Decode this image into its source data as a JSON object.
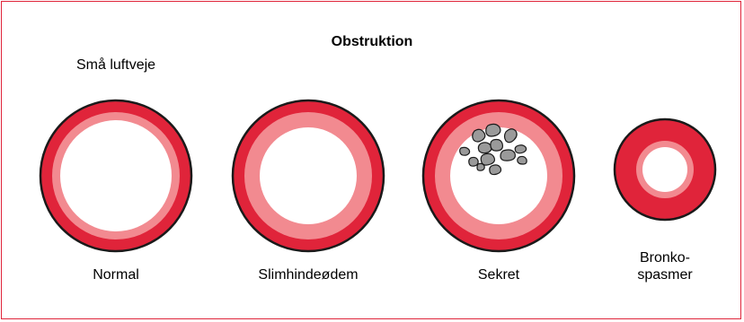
{
  "title": "Obstruktion",
  "subtitle": "Små luftveje",
  "colors": {
    "frame": "#e0243a",
    "wall_dark": "#e0243a",
    "wall_light": "#f28a90",
    "outline": "#1a1a1a",
    "secretion": "#9a9a9a"
  },
  "airways": [
    {
      "label": "Normal"
    },
    {
      "label": "Slimhindeødem"
    },
    {
      "label": "Sekret"
    },
    {
      "label_line1": "Bronko-",
      "label_line2": "spasmer"
    }
  ]
}
